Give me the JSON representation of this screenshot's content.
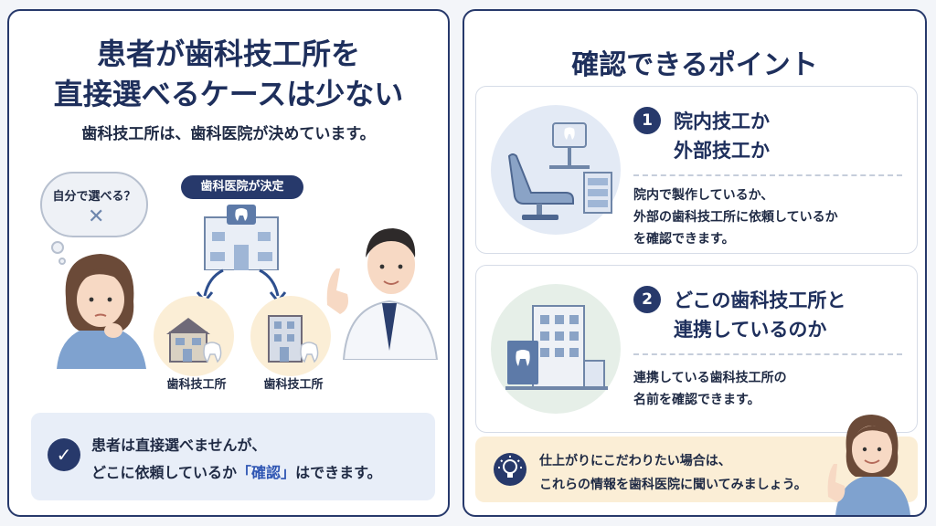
{
  "left": {
    "title_line1": "患者が歯科技工所を",
    "title_line2": "直接選べるケースは少ない",
    "subtitle": "歯科技工所は、歯科医院が決めています。",
    "bubble_text": "自分で選べる？",
    "bubble_mark": "✕",
    "decided_tag": "歯科医院が決定",
    "lab_label_1": "歯科技工所",
    "lab_label_2": "歯科技工所",
    "note_line1": "患者は直接選べませんが、",
    "note_line2_pre": "どこに依頼しているか",
    "note_line2_highlight": "「確認」",
    "note_line2_post": "はできます。"
  },
  "right": {
    "title": "確認できるポイント",
    "point1": {
      "number": "1",
      "title_line1": "院内技工か",
      "title_line2": "外部技工か",
      "text_line1": "院内で製作しているか、",
      "text_line2": "外部の歯科技工所に依頼しているか",
      "text_line3": "を確認できます。"
    },
    "point2": {
      "number": "2",
      "title_line1": "どこの歯科技工所と",
      "title_line2": "連携しているのか",
      "text_line1": "連携している歯科技工所の",
      "text_line2": "名前を確認できます。"
    },
    "tip_line1": "仕上がりにこだわりたい場合は、",
    "tip_line2": "これらの情報を歯科医院に聞いてみましょう。"
  },
  "colors": {
    "navy": "#27396b",
    "highlight_blue": "#2f56b3",
    "note_bg": "#e8eef8",
    "tip_bg": "#fbeed6",
    "lab_circle": "#fbeed6"
  },
  "icons": [
    "thought-bubble-icon",
    "cross-icon",
    "clinic-building-icon",
    "tooth-icon",
    "lab-house-icon",
    "lab-building-icon",
    "arrow-down-icon",
    "check-icon",
    "dental-chair-icon",
    "lightbulb-icon",
    "woman-thinking-illustration",
    "dentist-pointing-illustration",
    "woman-pointing-illustration"
  ]
}
